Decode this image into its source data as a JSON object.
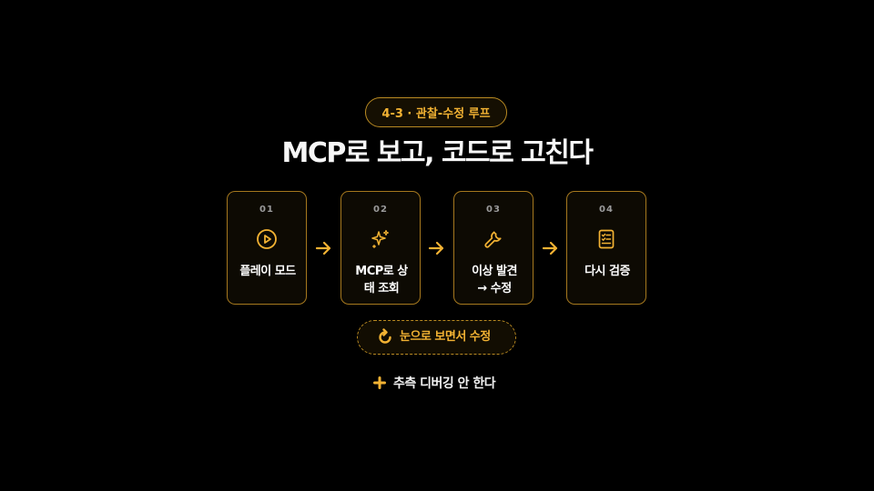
{
  "badge": {
    "label": "4-3 · 관찰-수정 루프"
  },
  "title": "MCP로 보고, 코드로 고친다",
  "steps": [
    {
      "number": "01",
      "icon": "play-circle-icon",
      "label": "플레이 모드"
    },
    {
      "number": "02",
      "icon": "sparkle-icon",
      "label_line1": "MCP로 상",
      "label_line2": "태 조회"
    },
    {
      "number": "03",
      "icon": "wrench-icon",
      "label_line1": "이상 발견",
      "label_line2": "→ 수정"
    },
    {
      "number": "04",
      "icon": "checklist-icon",
      "label": "다시 검증"
    }
  ],
  "loop": {
    "icon": "refresh-icon",
    "label": "눈으로 보면서 수정"
  },
  "note": {
    "icon": "plus-icon",
    "label": "추측 디버깅 안 한다"
  },
  "colors": {
    "accent": "#f2b233",
    "border": "#a5781e",
    "background": "#000000",
    "text": "#ffffff",
    "muted": "#9a9a9a"
  }
}
